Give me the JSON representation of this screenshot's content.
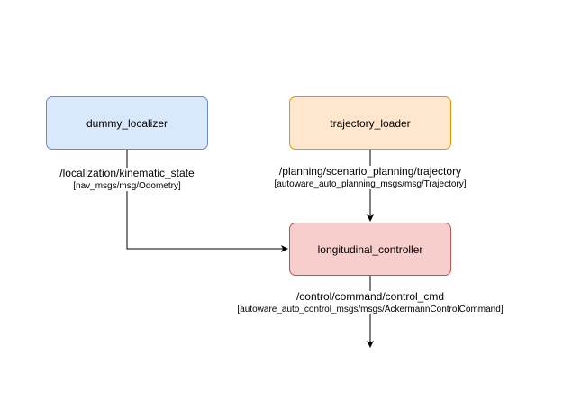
{
  "colors": {
    "background": "#ffffff",
    "line": "#000000",
    "text": "#000000"
  },
  "nodes": {
    "dummy_localizer": {
      "label": "dummy_localizer",
      "fill": "#dae8fc",
      "stroke": "#6c8ebf"
    },
    "trajectory_loader": {
      "label": "trajectory_loader",
      "fill": "#ffe6cc",
      "stroke": "#d79b00"
    },
    "longitudinal_controller": {
      "label": "longitudinal_controller",
      "fill": "#f8cecc",
      "stroke": "#b85450"
    }
  },
  "edges": {
    "localization": {
      "from": "dummy_localizer",
      "to": "longitudinal_controller",
      "topic": "/localization/kinematic_state",
      "msg_type": "[nav_msgs/msg/Odometry]"
    },
    "trajectory": {
      "from": "trajectory_loader",
      "to": "longitudinal_controller",
      "topic": "/planning/scenario_planning/trajectory",
      "msg_type": "[autoware_auto_planning_msgs/msg/Trajectory]"
    },
    "control": {
      "from": "longitudinal_controller",
      "to": "",
      "topic": "/control/command/control_cmd",
      "msg_type": "[autoware_auto_control_msgs/msgs/AckermannControlCommand]"
    }
  }
}
